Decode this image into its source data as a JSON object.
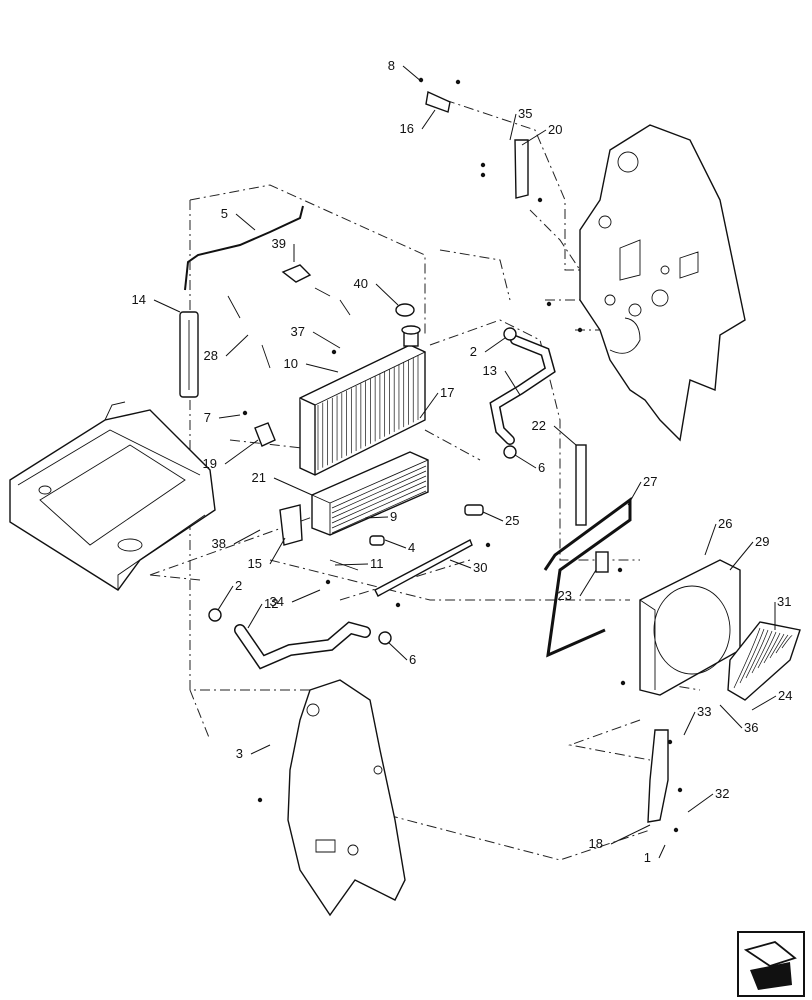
{
  "diagram": {
    "callouts": [
      {
        "id": "c1",
        "label": "1"
      },
      {
        "id": "c2a",
        "label": "2"
      },
      {
        "id": "c2b",
        "label": "2"
      },
      {
        "id": "c3",
        "label": "3"
      },
      {
        "id": "c4",
        "label": "4"
      },
      {
        "id": "c5",
        "label": "5"
      },
      {
        "id": "c6a",
        "label": "6"
      },
      {
        "id": "c6b",
        "label": "6"
      },
      {
        "id": "c7",
        "label": "7"
      },
      {
        "id": "c8",
        "label": "8"
      },
      {
        "id": "c9",
        "label": "9"
      },
      {
        "id": "c10",
        "label": "10"
      },
      {
        "id": "c11",
        "label": "11"
      },
      {
        "id": "c12",
        "label": "12"
      },
      {
        "id": "c13",
        "label": "13"
      },
      {
        "id": "c14",
        "label": "14"
      },
      {
        "id": "c15",
        "label": "15"
      },
      {
        "id": "c16",
        "label": "16"
      },
      {
        "id": "c17",
        "label": "17"
      },
      {
        "id": "c18",
        "label": "18"
      },
      {
        "id": "c19",
        "label": "19"
      },
      {
        "id": "c20",
        "label": "20"
      },
      {
        "id": "c21",
        "label": "21"
      },
      {
        "id": "c22",
        "label": "22"
      },
      {
        "id": "c23",
        "label": "23"
      },
      {
        "id": "c24",
        "label": "24"
      },
      {
        "id": "c25",
        "label": "25"
      },
      {
        "id": "c26",
        "label": "26"
      },
      {
        "id": "c27",
        "label": "27"
      },
      {
        "id": "c28",
        "label": "28"
      },
      {
        "id": "c29",
        "label": "29"
      },
      {
        "id": "c30",
        "label": "30"
      },
      {
        "id": "c31",
        "label": "31"
      },
      {
        "id": "c32",
        "label": "32"
      },
      {
        "id": "c33",
        "label": "33"
      },
      {
        "id": "c34",
        "label": "34"
      },
      {
        "id": "c35",
        "label": "35"
      },
      {
        "id": "c36",
        "label": "36"
      },
      {
        "id": "c37",
        "label": "37"
      },
      {
        "id": "c38",
        "label": "38"
      },
      {
        "id": "c39",
        "label": "39"
      },
      {
        "id": "c40",
        "label": "40"
      }
    ],
    "nav_icon": "page-navigation-arrow-icon"
  }
}
